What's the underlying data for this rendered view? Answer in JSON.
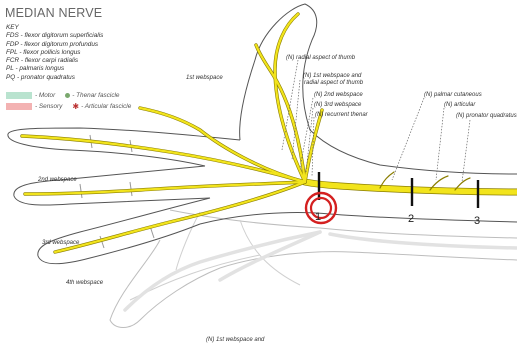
{
  "title": "MEDIAN NERVE",
  "key": {
    "heading": "KEY",
    "items": [
      "FDS - flexor digitorum superficialis",
      "FDP - flexor digitorum profundus",
      "FPL - flexor pollicis longus",
      "FCR - flexor carpi radialis",
      "PL - palmaris longus",
      "PQ - pronator quadratus"
    ]
  },
  "legend": {
    "motor": {
      "label": "- Motor",
      "color": "#b9e3cf"
    },
    "sensory": {
      "label": "- Sensory",
      "color": "#f3b2b2"
    },
    "thenar": "- Thenar fascicle",
    "articular": "- Articular fascicle"
  },
  "labels": {
    "webspace1": "1st webspace",
    "webspace2": "2nd webspace",
    "webspace3": "3rd webspace",
    "webspace4": "4th webspace",
    "radial_thumb": "(N) radial aspect of thumb",
    "first_web_a": "(N) 1st webspace and",
    "first_web_b": "radial aspect of thumb",
    "second_web": "(N) 2nd webspace",
    "third_web": "(N) 3rd webspace",
    "recurrent": "(N) recurrent thenar",
    "palmar": "(N) palmar cutaneous",
    "articular": "(N) articular",
    "pronator": "(N) pronator quadratus",
    "bottom": "(N) 1st webspace and"
  },
  "markers": [
    "1",
    "2",
    "3"
  ],
  "colors": {
    "nerve": "#f2e41c",
    "nerve_edge": "#8a7d00",
    "circle": "#d42020"
  }
}
